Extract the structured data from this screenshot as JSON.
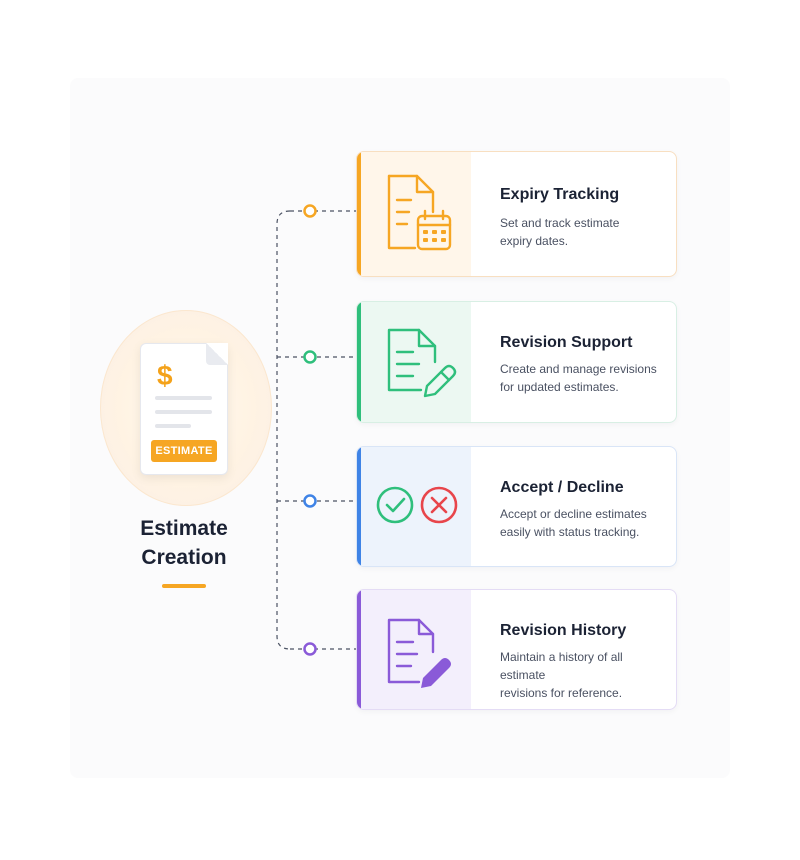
{
  "hub": {
    "badge": "ESTIMATE",
    "symbol": "$",
    "title_line1": "Estimate",
    "title_line2": "Creation"
  },
  "cards": [
    {
      "title": "Expiry Tracking",
      "desc_line1": "Set and track estimate",
      "desc_line2": "expiry dates.",
      "icon": "document-calendar-icon",
      "color": "#f6a623"
    },
    {
      "title": "Revision Support",
      "desc_line1": "Create and manage revisions",
      "desc_line2": "for updated estimates.",
      "icon": "document-edit-icon",
      "color": "#2fbf7c"
    },
    {
      "title": "Accept / Decline",
      "desc_line1": "Accept or decline estimates",
      "desc_line2": "easily with status tracking.",
      "icon": "check-and-cross-icon",
      "color": "#3f83e6"
    },
    {
      "title": "Revision History",
      "desc_line1": "Maintain a history of all estimate",
      "desc_line2": "revisions for reference.",
      "icon": "document-edit-icon",
      "color": "#8a5ad8"
    }
  ]
}
